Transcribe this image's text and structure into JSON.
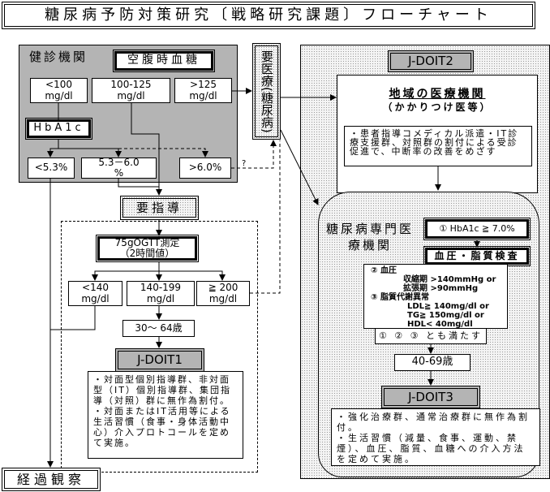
{
  "title": "糖尿病予防対策研究〔戦略研究課題〕フローチャート",
  "kenshin": {
    "label": "健診機関",
    "fpg": "空腹時血糖",
    "lt100": "<100 mg/dl",
    "mid": "100-125 mg/dl",
    "gt125": ">125 mg/dl",
    "hba1c": "HbA1c",
    "lt53": "<5.3%",
    "mid53": "5.3－6.0 %",
    "gt60": ">6.0%",
    "question": "?"
  },
  "iryo": "要医療(糖尿病)",
  "shido": "要指導",
  "ogtt": {
    "title": "75gOGTT測定",
    "sub": "（2時間値）",
    "lt140": "<140 mg/dl",
    "mid": "140-199 mg/dl",
    "ge200": "≧ 200 mg/dl",
    "age": "30～ 64歳"
  },
  "jdoit1": {
    "label": "J-DOIT1",
    "text": "・対面型個別指導群、非対面型（IT）個別指導群、集団指導（対照）群に無作為割付。\n・対面またはIT活用等による生活習慣（食事・身体活動中心）介入プロトコールを定めて実施。"
  },
  "keika": "経過観察",
  "jdoit2": {
    "label": "J-DOIT2",
    "clinic": "地域の医療機関",
    "clinic_sub": "（かかりつけ医等）",
    "text": "・患者指導コメディカル派遣・IT診療支援群、対照群の割付による受診促進で、中断率の改善をめざす"
  },
  "senmon": {
    "label": "糖尿病専門医療機関",
    "c1": "① HbA1c ≧ 7.0%",
    "check": "血圧・脂質検査",
    "criteria": [
      "② 血圧",
      "収縮期 >140mmHg or",
      "拡張期 >90mmHg",
      "③ 脂質代謝異常",
      "LDL≧ 140mg/dl or",
      "TG≧ 150mg/dl or",
      "HDL< 40mg/dl"
    ],
    "all": "① ② ③ とも満たす",
    "age": "40-69歳"
  },
  "jdoit3": {
    "label": "J-DOIT3",
    "text": "・強化治療群、通常治療群に無作為割付。\n・生活習慣（減量、食事、運動、禁煙）、血圧、脂質、血糖への介入方法を定めて実施。"
  }
}
